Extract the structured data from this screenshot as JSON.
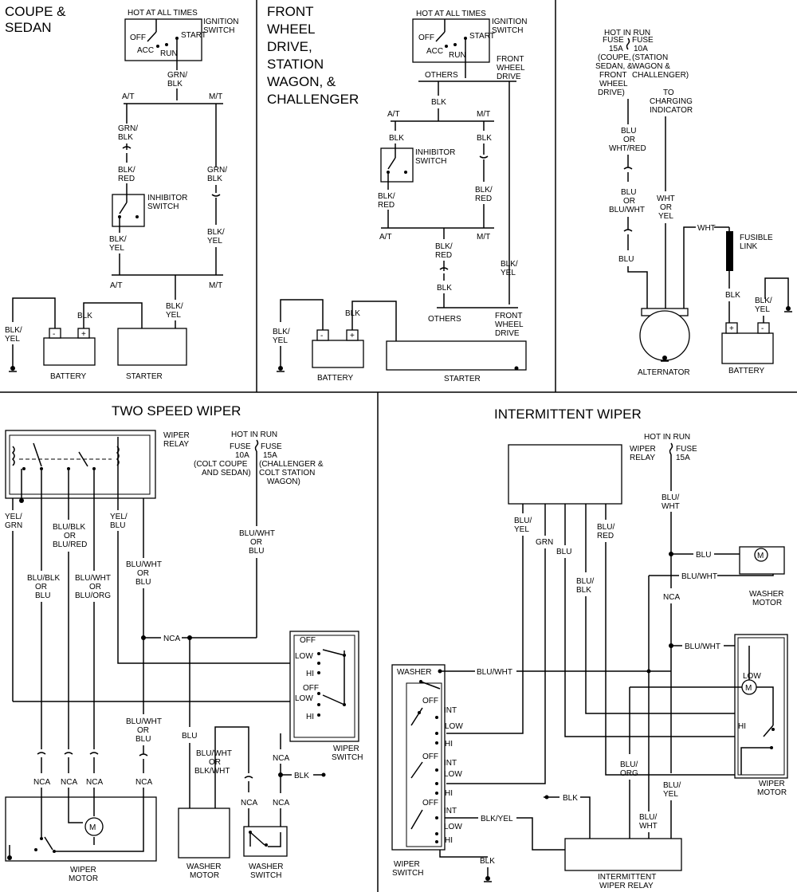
{
  "panels": {
    "coupe_sedan": {
      "title": [
        "COUPE &",
        "SEDAN"
      ],
      "labels": {
        "hot_at_all_times": "HOT AT ALL TIMES",
        "ignition_switch": [
          "IGNITION",
          "SWITCH"
        ],
        "off": "OFF",
        "acc": "ACC",
        "run": "RUN",
        "start": "START",
        "grn_blk": [
          "GRN/",
          "BLK"
        ],
        "at": "A/T",
        "mt": "M/T",
        "blk_red": [
          "BLK/",
          "RED"
        ],
        "inhibitor_switch": [
          "INHIBITOR",
          "SWITCH"
        ],
        "blk_yel": [
          "BLK/",
          "YEL"
        ],
        "blk": "BLK",
        "minus": "-",
        "plus": "+",
        "battery": "BATTERY",
        "starter": "STARTER"
      }
    },
    "fwd": {
      "title": [
        "FRONT",
        "WHEEL",
        "DRIVE,",
        "STATION",
        "WAGON, &",
        "CHALLENGER"
      ],
      "labels": {
        "hot_at_all_times": "HOT AT ALL TIMES",
        "ignition_switch": [
          "IGNITION",
          "SWITCH"
        ],
        "off": "OFF",
        "acc": "ACC",
        "run": "RUN",
        "start": "START",
        "front_wheel_drive": [
          "FRONT",
          "WHEEL",
          "DRIVE"
        ],
        "others": "OTHERS",
        "blk": "BLK",
        "at": "A/T",
        "mt": "M/T",
        "inhibitor_switch": [
          "INHIBITOR",
          "SWITCH"
        ],
        "blk_red": [
          "BLK/",
          "RED"
        ],
        "blk_yel": [
          "BLK/",
          "YEL"
        ],
        "minus": "-",
        "plus": "+",
        "battery": "BATTERY",
        "starter": "STARTER"
      }
    },
    "charging": {
      "labels": {
        "hot_in_run": "HOT IN RUN",
        "fuse_15a": [
          "FUSE",
          "15A",
          "(COUPE,",
          "SEDAN, &",
          "FRONT",
          "WHEEL",
          "DRIVE)"
        ],
        "fuse_10a": [
          "FUSE",
          "10A",
          "(STATION",
          "WAGON &",
          "CHALLENGER)"
        ],
        "to_charging_indicator": [
          "TO",
          "CHARGING",
          "INDICATOR"
        ],
        "blu_or_wht_red": [
          "BLU",
          "OR",
          "WHT/RED"
        ],
        "blu_or_blu_wht": [
          "BLU",
          "OR",
          "BLU/WHT"
        ],
        "wht_or_yel": [
          "WHT",
          "OR",
          "YEL"
        ],
        "wht": "WHT",
        "fusible_link": [
          "FUSIBLE",
          "LINK"
        ],
        "blu": "BLU",
        "blk": "BLK",
        "blk_yel": [
          "BLK/",
          "YEL"
        ],
        "plus": "+",
        "minus": "-",
        "alternator": "ALTERNATOR",
        "battery": "BATTERY"
      }
    },
    "two_speed": {
      "title": "TWO SPEED WIPER",
      "labels": {
        "wiper_relay": [
          "WIPER",
          "RELAY"
        ],
        "hot_in_run": "HOT IN RUN",
        "fuse_10a": [
          "FUSE",
          "10A",
          "(COLT COUPE",
          "AND SEDAN)"
        ],
        "fuse_15a": [
          "FUSE",
          "15A",
          "(CHALLENGER &",
          "COLT STATION",
          "WAGON)"
        ],
        "yel_grn": [
          "YEL/",
          "GRN"
        ],
        "blu_blk_or_blu_red": [
          "BLU/BLK",
          "OR",
          "BLU/RED"
        ],
        "yel_blu": [
          "YEL/",
          "BLU"
        ],
        "blu_wht_or_blu_top": [
          "BLU/WHT",
          "OR",
          "BLU"
        ],
        "blu_blk_or_blu": [
          "BLU/BLK",
          "OR",
          "BLU"
        ],
        "blu_wht_or_blu_org": [
          "BLU/WHT",
          "OR",
          "BLU/ORG"
        ],
        "blu_wht_or_blu_mid": [
          "BLU/WHT",
          "OR",
          "BLU"
        ],
        "nca": "NCA",
        "off": "OFF",
        "low": "LOW",
        "hi": "HI",
        "blu_wht_or_blu_low": [
          "BLU/WHT",
          "OR",
          "BLU"
        ],
        "blu": "BLU",
        "blu_wht_or_blk_wht": [
          "BLU/WHT",
          "OR",
          "BLK/WHT"
        ],
        "blk": "BLK",
        "wiper_switch": [
          "WIPER",
          "SWITCH"
        ],
        "m": "M",
        "wiper_motor": [
          "WIPER",
          "MOTOR"
        ],
        "washer_motor": [
          "WASHER",
          "MOTOR"
        ],
        "washer_switch": [
          "WASHER",
          "SWITCH"
        ]
      }
    },
    "intermittent": {
      "title": "INTERMITTENT WIPER",
      "labels": {
        "hot_in_run": "HOT IN RUN",
        "fuse_15a": [
          "FUSE",
          "15A"
        ],
        "wiper_relay": [
          "WIPER",
          "RELAY"
        ],
        "blu_yel": [
          "BLU/",
          "YEL"
        ],
        "grn": "GRN",
        "blu": "BLU",
        "blu_red": [
          "BLU/",
          "RED"
        ],
        "blu_wht": [
          "BLU/",
          "WHT"
        ],
        "blu_blk": [
          "BLU/",
          "BLK"
        ],
        "blu_wht_inline": "BLU/WHT",
        "nca": "NCA",
        "washer_motor": [
          "WASHER",
          "MOTOR"
        ],
        "m": "M",
        "washer": "WASHER",
        "off": "OFF",
        "int": "INT",
        "low": "LOW",
        "hi": "HI",
        "blk_yel": "BLK/YEL",
        "blk": "BLK",
        "blu_org": [
          "BLU/",
          "ORG"
        ],
        "wiper_motor": [
          "WIPER",
          "MOTOR"
        ],
        "wiper_switch": [
          "WIPER",
          "SWITCH"
        ],
        "intermittent_wiper_relay": [
          "INTERMITTENT",
          "WIPER RELAY"
        ]
      }
    }
  }
}
